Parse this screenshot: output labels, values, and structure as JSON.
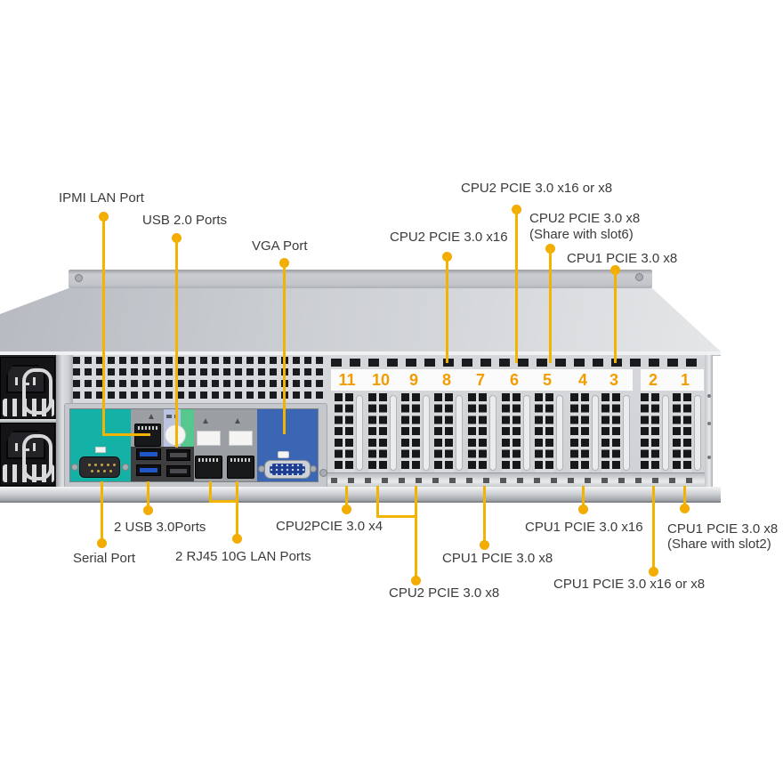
{
  "diagram_type": "server rear-panel port diagram",
  "colors": {
    "callout_yellow": "#F2B303",
    "slot_number_orange": "#F39C00",
    "serial_zone_teal": "#14B2A6",
    "uid_zone_green": "#55C890",
    "ps2_zone_lavender": "#BCC4E4",
    "vga_zone_blue": "#3B66B4",
    "usb3_blue": "#1F57C9"
  },
  "io_labels": {
    "ipmi": "IPMI LAN Port",
    "usb2": "USB 2.0 Ports",
    "vga": "VGA Port",
    "serial": "Serial Port",
    "usb3": "2 USB 3.0Ports",
    "rj45": "2 RJ45 10G LAN Ports"
  },
  "slot_labels_top": {
    "slot8": "CPU2 PCIE 3.0 x16",
    "slot6": "CPU2 PCIE 3.0 x16 or x8",
    "slot5_line1": "CPU2 PCIE 3.0 x8",
    "slot5_line2": "(Share with slot6)",
    "slot3": "CPU1 PCIE 3.0 x8"
  },
  "slot_labels_bottom": {
    "slot11": "CPU2PCIE 3.0 x4",
    "slot10_9": "CPU2 PCIE 3.0 x8",
    "slot7": "CPU1 PCIE 3.0 x8",
    "slot4": "CPU1 PCIE 3.0 x16",
    "slot2": "CPU1 PCIE 3.0 x16 or x8",
    "slot1_line1": "CPU1 PCIE 3.0 x8",
    "slot1_line2": "(Share with slot2)"
  },
  "slot_numbers": [
    "11",
    "10",
    "9",
    "8",
    "7",
    "6",
    "5",
    "4",
    "3",
    "2",
    "1"
  ]
}
